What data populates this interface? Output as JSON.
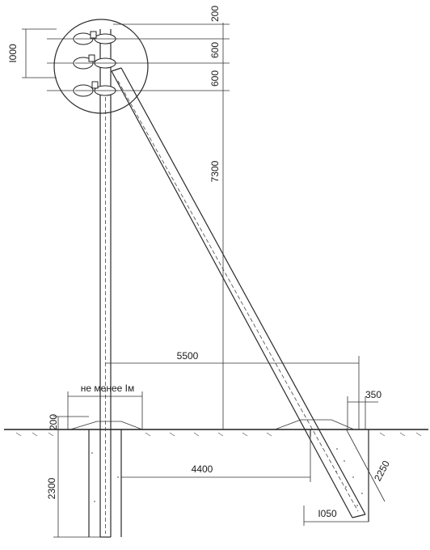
{
  "dimensions": {
    "d200_top": "200",
    "d600_a": "600",
    "d600_b": "600",
    "d7300": "7300",
    "d1000": "I000",
    "d5500": "5500",
    "d350": "350",
    "d4400": "4400",
    "d200_ground": "200",
    "d2300": "2300",
    "d2250": "2250",
    "d1050": "I050"
  },
  "labels": {
    "min_distance": "не менее Iм"
  }
}
